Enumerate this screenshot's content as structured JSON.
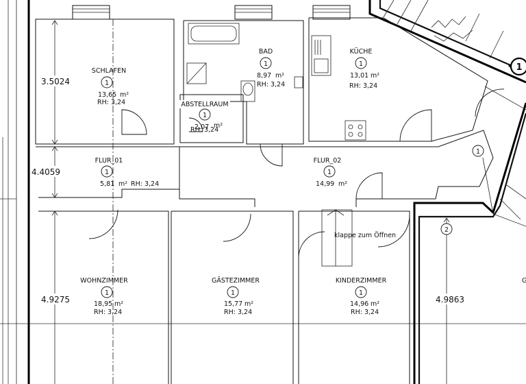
{
  "rooms": [
    {
      "id": "schlafen",
      "name": "SCHLAFEN",
      "num": "1",
      "area": "13,65",
      "rh": "RH: 3,24"
    },
    {
      "id": "bad",
      "name": "BAD",
      "num": "1",
      "area": "8,97",
      "rh": "RH: 3,24"
    },
    {
      "id": "kueche",
      "name": "KÜCHE",
      "num": "1",
      "area": "13,01",
      "rh": "RH: 3,24"
    },
    {
      "id": "abstellraum",
      "name": "ABSTELLRAUM",
      "num": "1",
      "area": "2,07",
      "rh": "RH: 3,24"
    },
    {
      "id": "flur01",
      "name": "FLUR_01",
      "num": "1",
      "area": "5,81",
      "rh": "RH: 3,24"
    },
    {
      "id": "flur02",
      "name": "FLUR_02",
      "num": "1",
      "area": "14,99",
      "rh": ""
    },
    {
      "id": "wohnzimmer",
      "name": "WOHNZIMMER",
      "num": "1",
      "area": "18,95",
      "rh": "RH: 3,24"
    },
    {
      "id": "gaestezimmer",
      "name": "GÄSTEZIMMER",
      "num": "1",
      "area": "15,77",
      "rh": "RH: 3,24"
    },
    {
      "id": "kinderzimmer",
      "name": "KINDERZIMMER",
      "num": "1",
      "area": "14,96",
      "rh": "RH: 3,24"
    }
  ],
  "area_unit": "m²",
  "dimensions": [
    "3.5024",
    "4.4059",
    "4.9275",
    "4.9863"
  ],
  "tags": {
    "stair_room": "1",
    "lower_right": "2",
    "section_marker": "1",
    "edge_letter": "G"
  },
  "note": "klappe zum Öffnen"
}
